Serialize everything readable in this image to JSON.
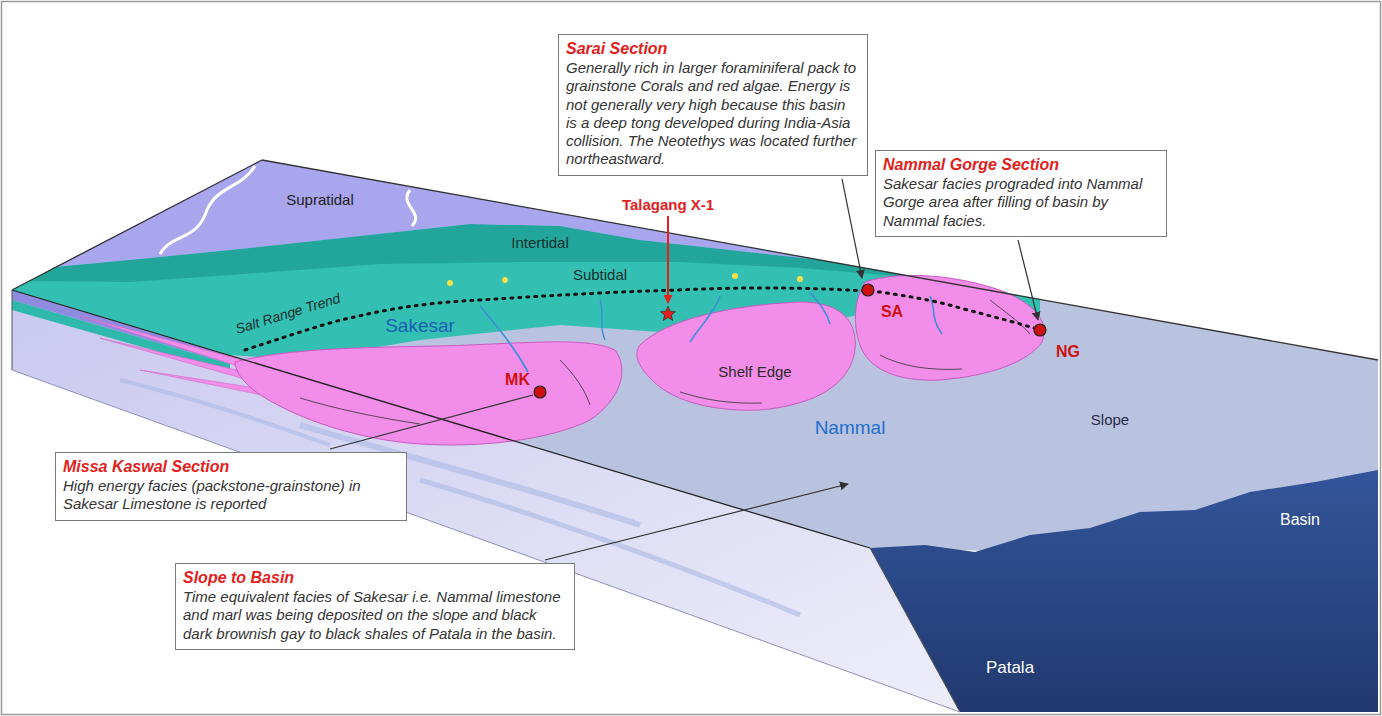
{
  "diagram": {
    "nodes": [
      {
        "text": [
          "Sarai Section",
          "Generally rich in larger foraminiferal pack to grainstone Corals and red algae. Energy is not generally very high because this basin is a deep tong developed during India-Asia collision. The Neotethys was located further northeastward."
        ]
      },
      {
        "text": [
          "Nammal Gorge Section",
          "Sakesar facies prograded into Nammal Gorge area after filling of basin by Nammal facies."
        ]
      },
      {
        "text": [
          "Missa Kaswal Section",
          "High energy facies (packstone-grainstone) in Sakesar Limestone is reported"
        ]
      },
      {
        "text": [
          "Slope to Basin",
          "Time equivalent facies of Sakesar i.e. Nammal limestone and marl was being deposited on the slope and black dark brownish gay to black shales of Patala in the basin."
        ]
      }
    ],
    "labels": [
      "Supratidal",
      "Intertidal",
      "Subtidal",
      "Talagang X-1",
      "Salt Range Trend",
      "Sakesar",
      "MK",
      "SA",
      "NG",
      "Shelf Edge",
      "Nammal",
      "Slope",
      "Basin",
      "Patala"
    ]
  }
}
